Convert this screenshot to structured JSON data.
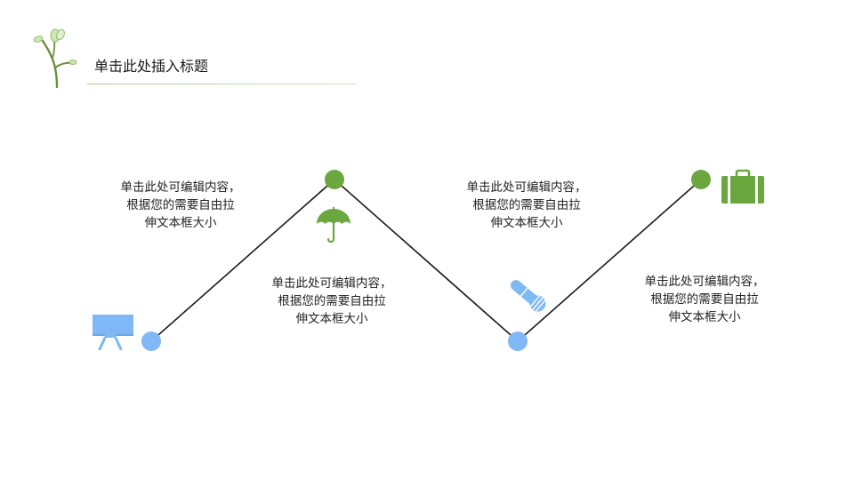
{
  "slide": {
    "title": "单击此处插入标题"
  },
  "colors": {
    "green": "#6aa83f",
    "blue": "#7fb8f4",
    "line": "#1a1a1a",
    "rule": "#a9cf88"
  },
  "nodes": [
    {
      "color": "#7fb8f4",
      "icon": "blackboard-icon",
      "text": [
        "单击此处可编辑内容，",
        "根据您的需要自由拉",
        "伸文本框大小"
      ]
    },
    {
      "color": "#6aa83f",
      "icon": "umbrella-icon",
      "text": [
        "单击此处可编辑内容，",
        "根据您的需要自由拉",
        "伸文本框大小"
      ]
    },
    {
      "color": "#7fb8f4",
      "icon": "microphone-icon",
      "text": [
        "单击此处可编辑内容，",
        "根据您的需要自由拉",
        "伸文本框大小"
      ]
    },
    {
      "color": "#6aa83f",
      "icon": "briefcase-icon",
      "text": [
        "单击此处可编辑内容，",
        "根据您的需要自由拉",
        "伸文本框大小"
      ]
    }
  ]
}
